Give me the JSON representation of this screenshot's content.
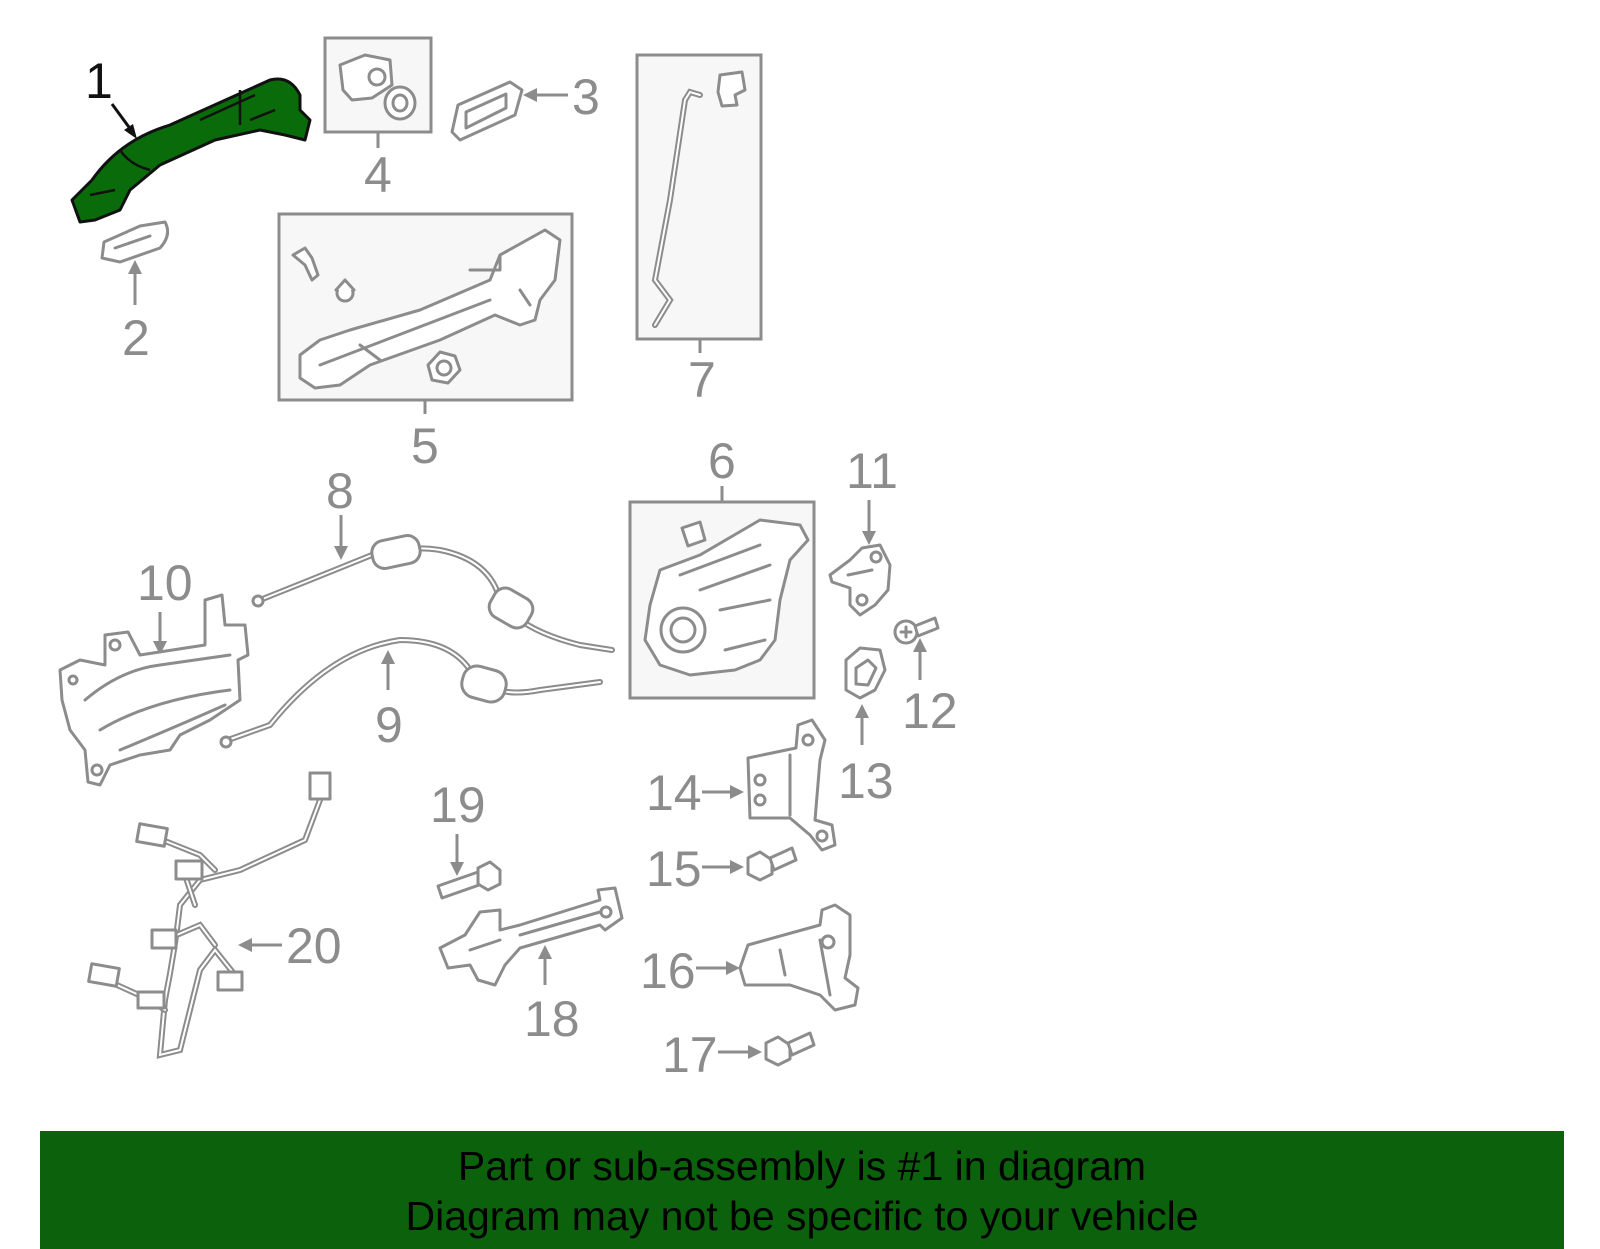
{
  "diagram": {
    "callouts": [
      "1",
      "2",
      "3",
      "4",
      "5",
      "6",
      "7",
      "8",
      "9",
      "10",
      "11",
      "12",
      "13",
      "14",
      "15",
      "16",
      "17",
      "18",
      "19",
      "20"
    ],
    "highlighted_part": "1",
    "colors": {
      "highlight": "#0a6b0a",
      "line_art": "#8c8c8c",
      "banner": "#0c620c"
    }
  },
  "banner": {
    "line1": "Part or sub-assembly is #1 in diagram",
    "line2": "Diagram may not be specific to your vehicle"
  }
}
